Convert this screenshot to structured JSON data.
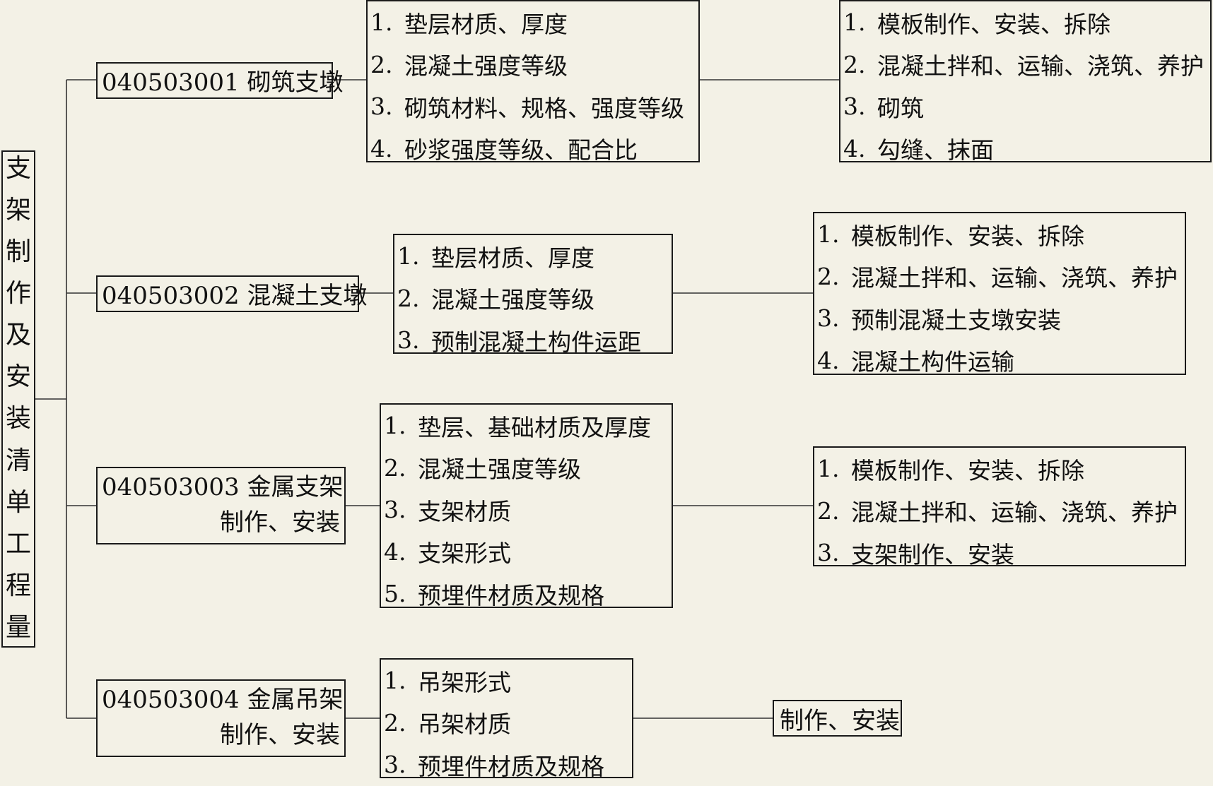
{
  "root": {
    "title": "支架制作及安装清单工程量"
  },
  "items": [
    {
      "code": "040503001",
      "name_line1": "砌筑支墩",
      "name_line2": "",
      "features": [
        "1.",
        "垫层材质、厚度",
        "2.",
        "混凝土强度等级",
        "3.",
        "砌筑材料、规格、强度等级",
        "4.",
        "砂浆强度等级、配合比"
      ],
      "works": [
        "1.",
        "模板制作、安装、拆除",
        "2.",
        "混凝土拌和、运输、浇筑、养护",
        "3.",
        "砌筑",
        "4.",
        "勾缝、抹面"
      ]
    },
    {
      "code": "040503002",
      "name_line1": "混凝土支墩",
      "name_line2": "",
      "features": [
        "1.",
        "垫层材质、厚度",
        "2.",
        "混凝土强度等级",
        "3.",
        "预制混凝土构件运距"
      ],
      "works": [
        "1.",
        "模板制作、安装、拆除",
        "2.",
        "混凝土拌和、运输、浇筑、养护",
        "3.",
        "预制混凝土支墩安装",
        "4.",
        "混凝土构件运输"
      ]
    },
    {
      "code": "040503003",
      "name_line1": "金属支架",
      "name_line2": "制作、安装",
      "features": [
        "1.",
        "垫层、基础材质及厚度",
        "2.",
        "混凝土强度等级",
        "3.",
        "支架材质",
        "4.",
        "支架形式",
        "5.",
        "预埋件材质及规格"
      ],
      "works": [
        "1.",
        "模板制作、安装、拆除",
        "2.",
        "混凝土拌和、运输、浇筑、养护",
        "3.",
        "支架制作、安装"
      ]
    },
    {
      "code": "040503004",
      "name_line1": "金属吊架",
      "name_line2": "制作、安装",
      "features": [
        "1.",
        "吊架形式",
        "2.",
        "吊架材质",
        "3.",
        "预埋件材质及规格"
      ],
      "works_single": "制作、安装"
    }
  ]
}
